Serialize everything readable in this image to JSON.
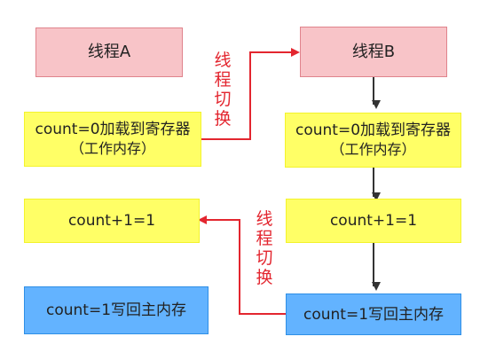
{
  "left_column": {
    "thread_a": "线程A",
    "load_line1": "count=0加载到寄存器",
    "load_line2": "（工作内存）",
    "increment": "count+1=1",
    "write_back": "count=1写回主内存"
  },
  "right_column": {
    "thread_b": "线程B",
    "load_line1": "count=0加载到寄存器",
    "load_line2": "（工作内存）",
    "increment": "count+1=1",
    "write_back": "count=1写回主内存"
  },
  "switch_label_top": [
    "线",
    "程",
    "切",
    "换"
  ],
  "switch_label_bottom": [
    "线",
    "程",
    "切",
    "换"
  ],
  "colors": {
    "thread_box": "#f8c4c8",
    "register_box": "#ffff66",
    "memory_box": "#63b3ff",
    "switch_arrow": "#e3262f",
    "flow_arrow": "#333333"
  }
}
